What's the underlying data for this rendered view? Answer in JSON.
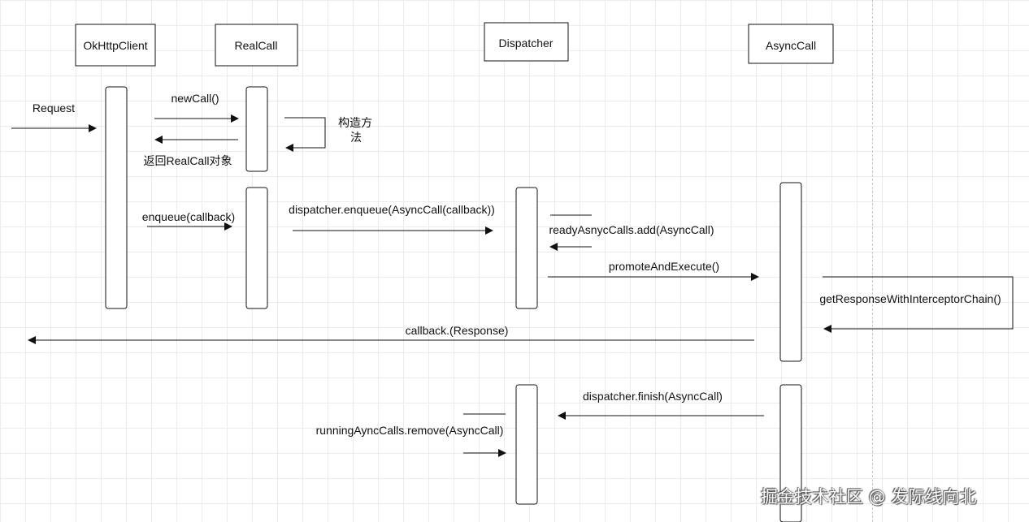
{
  "participants": {
    "okhttpclient": "OkHttpClient",
    "realcall": "RealCall",
    "dispatcher": "Dispatcher",
    "asynccall": "AsyncCall"
  },
  "messages": {
    "request": "Request",
    "new_call": "newCall()",
    "constructor_line1": "构造方",
    "constructor_line2": "法",
    "return_realcall": "返回RealCall对象",
    "enqueue": "enqueue(callback)",
    "dispatcher_enqueue": "dispatcher.enqueue(AsyncCall(callback))",
    "ready_add": "readyAsnycCalls.add(AsyncCall)",
    "promote_execute": "promoteAndExecute()",
    "get_response": "getResponseWithInterceptorChain()",
    "callback_response": "callback.(Response)",
    "dispatcher_finish": "dispatcher.finish(AsyncCall)",
    "running_remove": "runningAyncCalls.remove(AsyncCall)"
  },
  "watermark": "掘金技术社区 @ 发际线向北",
  "colors": {
    "line": "#111111",
    "grid": "#ececec",
    "background": "#ffffff"
  }
}
